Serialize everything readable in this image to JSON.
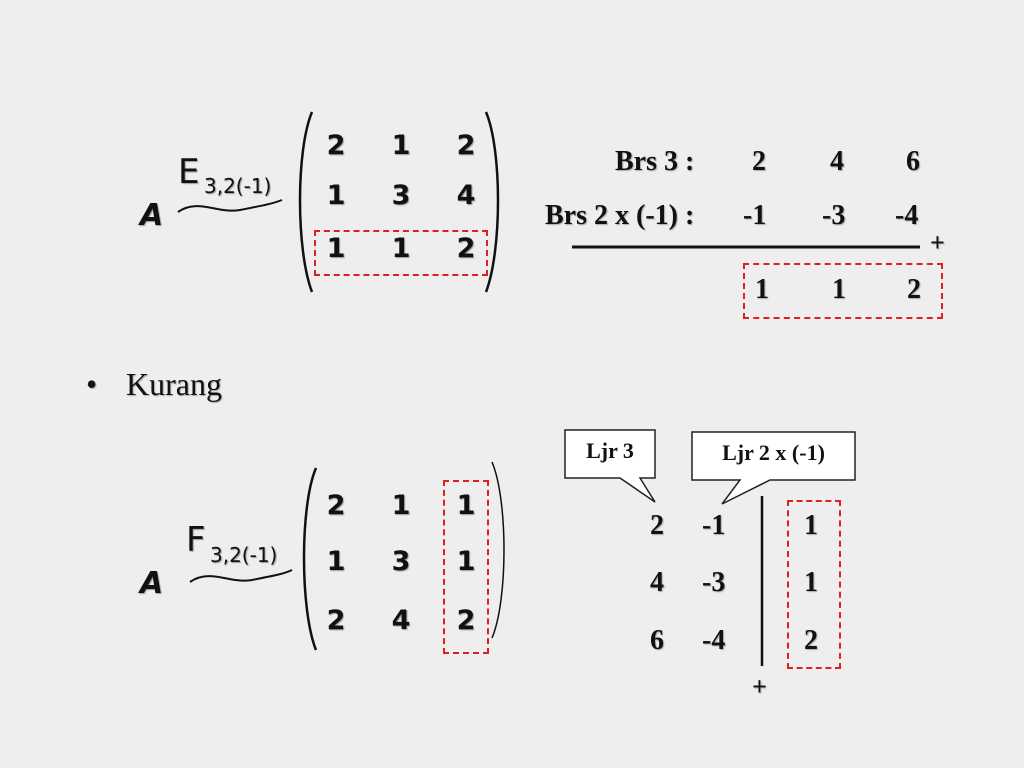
{
  "section1": {
    "matrix_label": "A",
    "operator_main": "E",
    "operator_sub": "3,2(-1)",
    "matrix": [
      [
        "2",
        "1",
        "2"
      ],
      [
        "1",
        "3",
        "4"
      ],
      [
        "1",
        "1",
        "2"
      ]
    ],
    "calc": {
      "row1_label": "Brs  3 :",
      "row1_values": [
        "2",
        "4",
        "6"
      ],
      "row2_label": "Brs 2 x (-1) :",
      "row2_values": [
        "-1",
        "-3",
        "-4"
      ],
      "plus": "+",
      "result_values": [
        "1",
        "1",
        "2"
      ]
    }
  },
  "bullet": {
    "symbol": "•",
    "text": "Kurang"
  },
  "section2": {
    "matrix_label": "A",
    "operator_main": "F",
    "operator_sub": "3,2(-1)",
    "matrix": [
      [
        "2",
        "1",
        "1"
      ],
      [
        "1",
        "3",
        "1"
      ],
      [
        "2",
        "4",
        "2"
      ]
    ],
    "callout_left": "Ljr 3",
    "callout_right": "Ljr 2 x (-1)",
    "col_a": [
      "2",
      "4",
      "6"
    ],
    "col_b": [
      "-1",
      "-3",
      "-4"
    ],
    "col_result": [
      "1",
      "1",
      "2"
    ],
    "plus": "+"
  },
  "colors": {
    "background": "#eeeeee",
    "dash": "#e02020",
    "text": "#111111"
  }
}
